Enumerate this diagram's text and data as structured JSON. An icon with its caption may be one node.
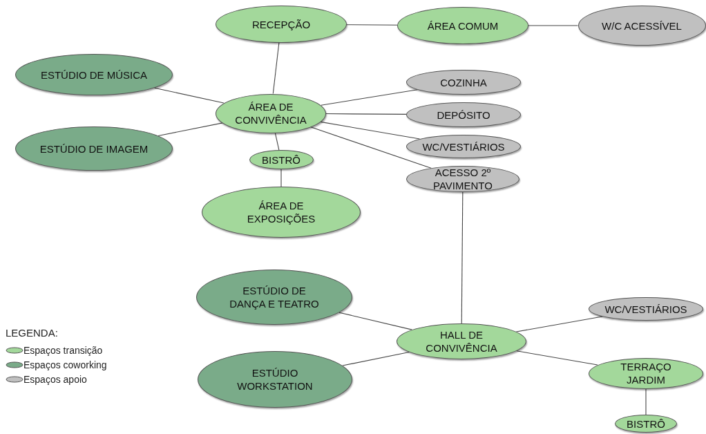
{
  "diagram": {
    "nodes": [
      {
        "text": [
          "RECEPÇÃO"
        ]
      },
      {
        "text": [
          "ÁREA COMUM"
        ]
      },
      {
        "text": [
          "W/C ACESSÍVEL"
        ]
      },
      {
        "text": [
          "ESTÚDIO DE MÚSICA"
        ]
      },
      {
        "text": [
          "ÁREA DE CONVIVÊNCIA"
        ]
      },
      {
        "text": [
          "COZINHA"
        ]
      },
      {
        "text": [
          "DEPÓSITO"
        ]
      },
      {
        "text": [
          "ESTÚDIO DE IMAGEM"
        ]
      },
      {
        "text": [
          "WC/VESTIÁRIOS"
        ]
      },
      {
        "text": [
          "BISTRÔ"
        ]
      },
      {
        "text": [
          "ACESSO 2º PAVIMENTO"
        ]
      },
      {
        "text": [
          "ÁREA DE EXPOSIÇÕES"
        ]
      },
      {
        "text": [
          "ESTÚDIO DE DANÇA E TEATRO"
        ]
      },
      {
        "text": [
          "WC/VESTIÁRIOS"
        ]
      },
      {
        "text": [
          "HALL DE CONVIVÊNCIA"
        ]
      },
      {
        "text": [
          "ESTÚDIO WORKSTATION"
        ]
      },
      {
        "text": [
          "TERRAÇO JARDIM"
        ]
      },
      {
        "text": [
          "BISTRÔ"
        ]
      }
    ],
    "edges": [
      {
        "from": 0,
        "to": 1,
        "arrow": "none"
      },
      {
        "from": 1,
        "to": 2,
        "arrow": "none"
      },
      {
        "from": 0,
        "to": 4,
        "arrow": "none"
      },
      {
        "from": 3,
        "to": 4,
        "arrow": "none"
      },
      {
        "from": 7,
        "to": 4,
        "arrow": "none"
      },
      {
        "from": 4,
        "to": 5,
        "arrow": "none"
      },
      {
        "from": 4,
        "to": 6,
        "arrow": "none"
      },
      {
        "from": 4,
        "to": 8,
        "arrow": "none"
      },
      {
        "from": 4,
        "to": 10,
        "arrow": "none"
      },
      {
        "from": 4,
        "to": 9,
        "arrow": "none"
      },
      {
        "from": 9,
        "to": 11,
        "arrow": "none"
      },
      {
        "from": 10,
        "to": 14,
        "arrow": "none"
      },
      {
        "from": 12,
        "to": 14,
        "arrow": "none"
      },
      {
        "from": 15,
        "to": 14,
        "arrow": "none"
      },
      {
        "from": 14,
        "to": 13,
        "arrow": "none"
      },
      {
        "from": 14,
        "to": 16,
        "arrow": "none"
      },
      {
        "from": 16,
        "to": 17,
        "arrow": "none"
      }
    ],
    "labels": [
      "LEGENDA:"
    ],
    "legend": [
      {
        "text": "Espaços transição",
        "color": "#a3d89b"
      },
      {
        "text": "Espaços coworking",
        "color": "#7aab89"
      },
      {
        "text": "Espaços apoio",
        "color": "#c0c0c0"
      }
    ]
  }
}
